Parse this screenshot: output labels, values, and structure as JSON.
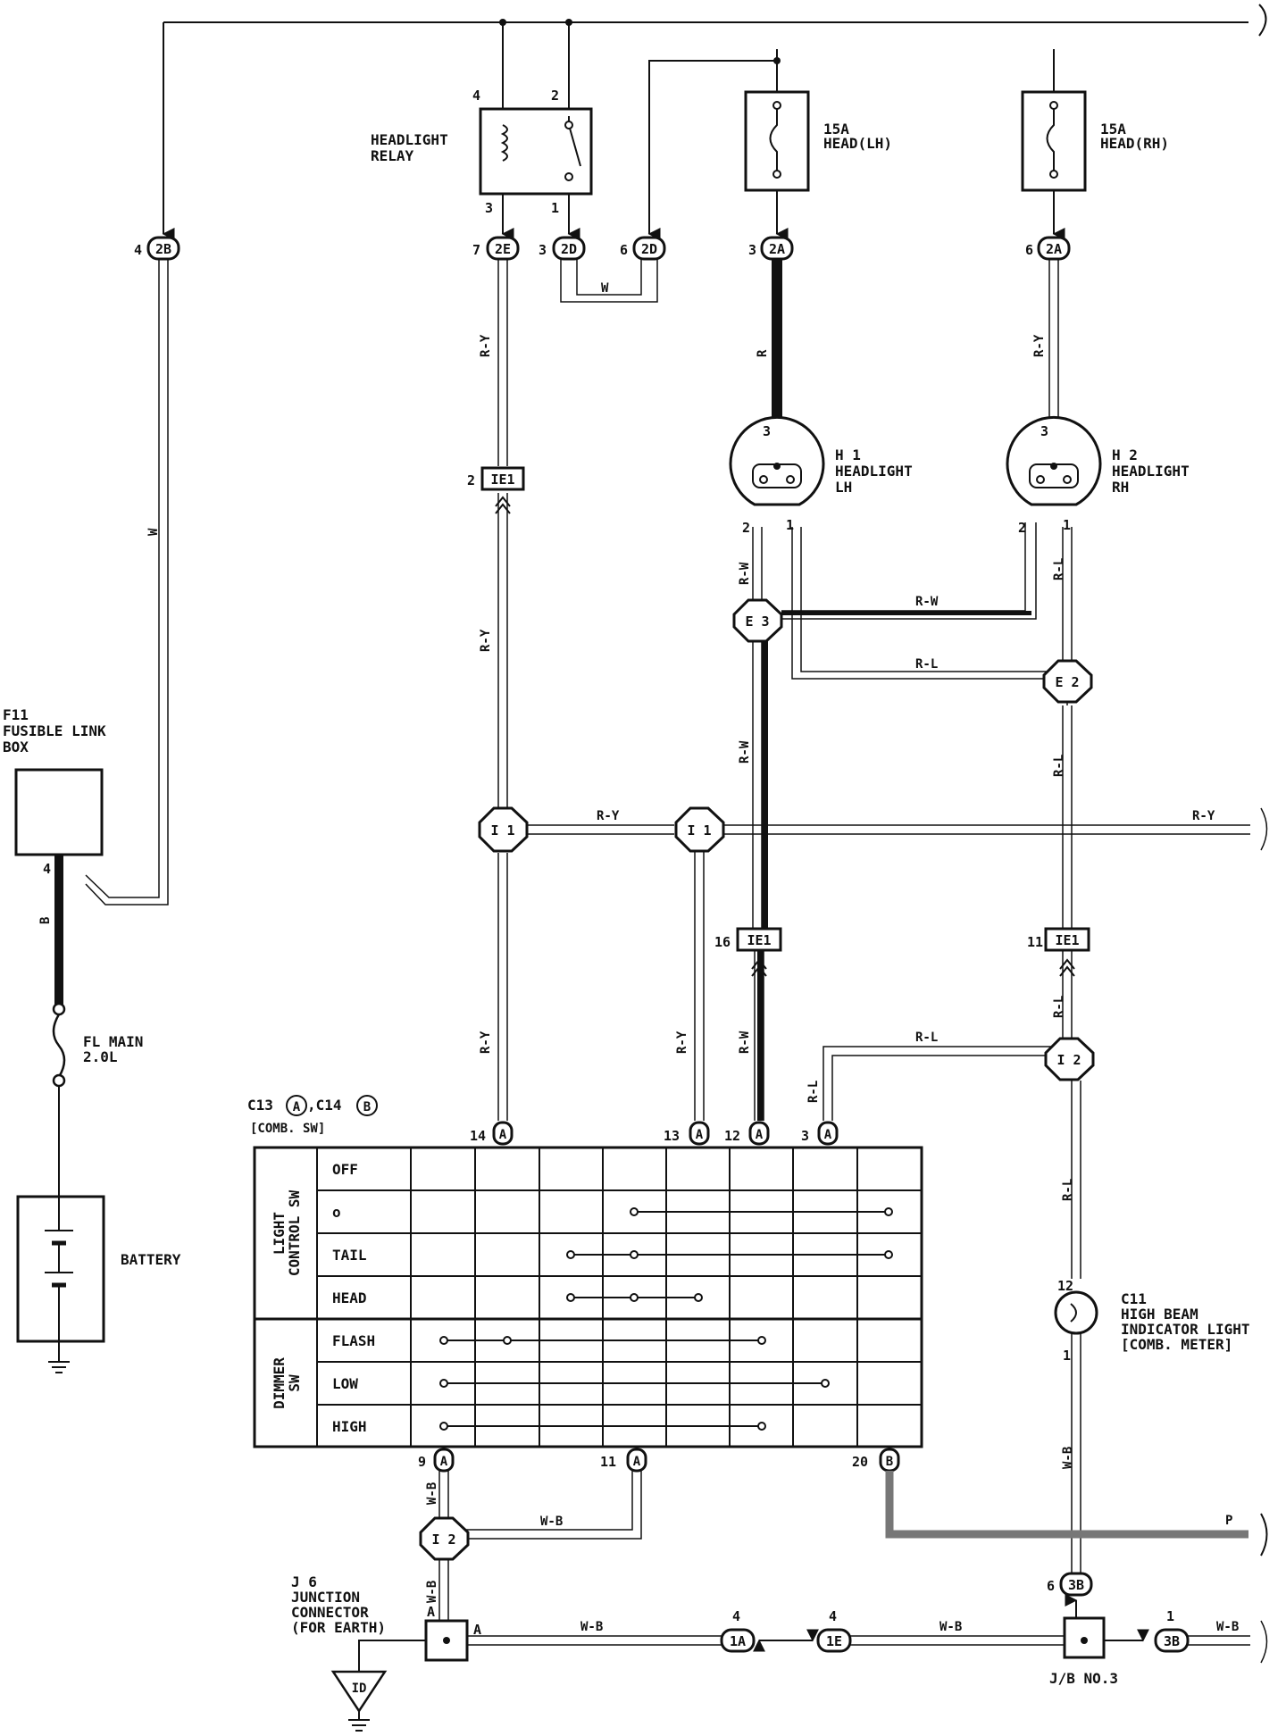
{
  "components": {
    "headlight_relay": {
      "line1": "HEADLIGHT",
      "line2": "RELAY",
      "pins": [
        "4",
        "2",
        "3",
        "1"
      ]
    },
    "fuse_lh": {
      "rating": "15A",
      "name": "HEAD(LH)"
    },
    "fuse_rh": {
      "rating": "15A",
      "name": "HEAD(RH)"
    },
    "h1": {
      "id": "H 1",
      "line1": "HEADLIGHT",
      "line2": "LH"
    },
    "h2": {
      "id": "H 2",
      "line1": "HEADLIGHT",
      "line2": "RH"
    },
    "f11": {
      "id": "F11",
      "line1": "FUSIBLE LINK",
      "line2": "BOX"
    },
    "fl_main": {
      "line1": "FL MAIN",
      "line2": "2.0L"
    },
    "battery": {
      "label": "BATTERY"
    },
    "comb_sw": {
      "title_pre": "C13",
      "title_a": "A",
      "title_mid": ",C14",
      "title_b": "B",
      "subtitle": "[COMB. SW]"
    },
    "c11": {
      "id": "C11",
      "line1": "HIGH BEAM",
      "line2": "INDICATOR LIGHT",
      "line3": "[COMB. METER]"
    },
    "j6": {
      "id": "J 6",
      "line1": "JUNCTION",
      "line2": "CONNECTOR",
      "line3": "(FOR EARTH)",
      "pin": "A"
    },
    "ground_id": "ID",
    "jb3": {
      "label": "J/B NO.3"
    }
  },
  "connectors": {
    "c2B": "2B",
    "c2E": "2E",
    "c2D": "2D",
    "c2A": "2A",
    "cIE1": "IE1",
    "c1A": "1A",
    "c1E": "1E",
    "c3B": "3B",
    "cA": "A",
    "cB": "B"
  },
  "pins": {
    "p4_2B": "4",
    "p7_2E": "7",
    "p3_2D": "3",
    "p6_2D": "6",
    "p3_2A": "3",
    "p6_2A": "6",
    "h1_3": "3",
    "h1_2": "2",
    "h1_1": "1",
    "h2_3": "3",
    "h2_2": "2",
    "h2_1": "1",
    "ie1_2": "2",
    "ie1_16": "16",
    "ie1_11": "11",
    "f11_4": "4",
    "sw_14": "14",
    "sw_13": "13",
    "sw_12": "12",
    "sw_3": "3",
    "sw_9": "9",
    "sw_11": "11",
    "sw_20": "20",
    "c11_12": "12",
    "c11_1": "1",
    "p6_3B": "6",
    "p1_3B": "1",
    "p4_1A": "4",
    "p4_1E": "4",
    "relay_a": "A"
  },
  "junctions": {
    "e3": "E 3",
    "e2": "E 2",
    "i1a": "I 1",
    "i1b": "I 1",
    "i2": "I 2",
    "i2b": "I 2"
  },
  "wires": {
    "w_b": "B",
    "w_w": "W",
    "w_w2": "W",
    "w_r": "R",
    "ry1": "R-Y",
    "ry2": "R-Y",
    "ry3": "R-Y",
    "ry4": "R-Y",
    "ry5": "R-Y",
    "ry6": "R-Y",
    "ry7": "R-Y",
    "rw1": "R-W",
    "rw2": "R-W",
    "rw3": "R-W",
    "rw4": "R-W",
    "rl1": "R-L",
    "rl2": "R-L",
    "rl3": "R-L",
    "rl4": "R-L",
    "rl5": "R-L",
    "rl6": "R-L",
    "rl7": "R-L",
    "wb1": "W-B",
    "wb2": "W-B",
    "wb3": "W-B",
    "wb4": "W-B",
    "wb5": "W-B",
    "wb6": "W-B",
    "wb7": "W-B",
    "p": "P"
  },
  "switch_table": {
    "groups": [
      {
        "label1": "LIGHT",
        "label2": "CONTROL SW",
        "rows": [
          "OFF",
          "o",
          "TAIL",
          "HEAD"
        ]
      },
      {
        "label1": "DIMMER",
        "label2": "SW",
        "rows": [
          "FLASH",
          "LOW",
          "HIGH"
        ]
      }
    ]
  }
}
